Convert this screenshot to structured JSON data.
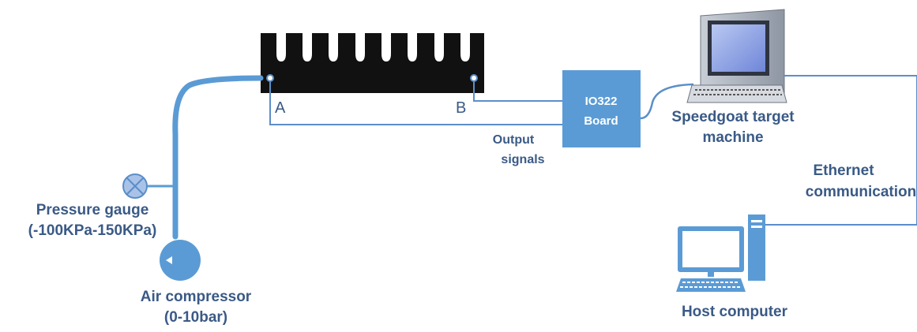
{
  "labels": {
    "port_a": "A",
    "port_b": "B",
    "board_line1": "IO322",
    "board_line2": "Board",
    "output_line1": "Output",
    "output_line2": "signals",
    "target_line1": "Speedgoat target",
    "target_line2": "machine",
    "ethernet_line1": "Ethernet",
    "ethernet_line2": "communication",
    "gauge_line1": "Pressure gauge",
    "gauge_line2": "(-100KPa-150KPa)",
    "compressor_line1": "Air compressor",
    "compressor_line2": "(0-10bar)",
    "host": "Host computer"
  },
  "colors": {
    "wire": "#5b8ec9",
    "board": "#5b9bd5",
    "label": "#3a5a86",
    "actuator": "#111111"
  },
  "icons": {
    "actuator": "soft-actuator-icon",
    "gauge": "pressure-gauge-icon",
    "compressor": "air-compressor-icon",
    "target": "target-computer-icon",
    "host": "host-computer-icon"
  }
}
